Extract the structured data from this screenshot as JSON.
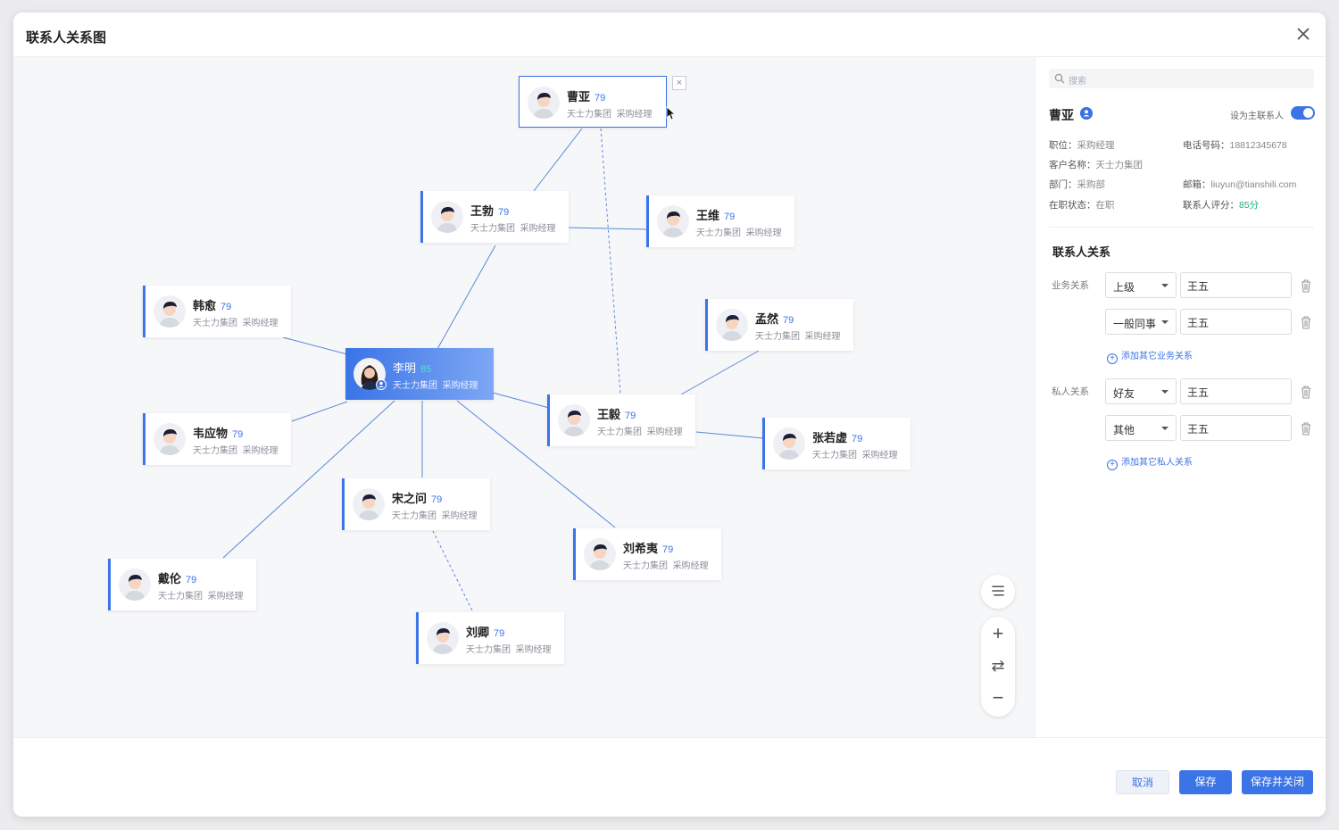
{
  "dialog": {
    "title": "联系人关系图"
  },
  "graph": {
    "nodes": [
      {
        "id": "caoya",
        "name": "曹亚",
        "score": "79",
        "company": "天士力集团",
        "role": "采购经理"
      },
      {
        "id": "wangbo",
        "name": "王勃",
        "score": "79",
        "company": "天士力集团",
        "role": "采购经理"
      },
      {
        "id": "wangwei",
        "name": "王维",
        "score": "79",
        "company": "天士力集团",
        "role": "采购经理"
      },
      {
        "id": "hanyu",
        "name": "韩愈",
        "score": "79",
        "company": "天士力集团",
        "role": "采购经理"
      },
      {
        "id": "mengran",
        "name": "孟然",
        "score": "79",
        "company": "天士力集团",
        "role": "采购经理"
      },
      {
        "id": "liming",
        "name": "李明",
        "score": "85",
        "company": "天士力集团",
        "role": "采购经理"
      },
      {
        "id": "wangyi",
        "name": "王毅",
        "score": "79",
        "company": "天士力集团",
        "role": "采购经理"
      },
      {
        "id": "weiyingwu",
        "name": "韦应物",
        "score": "79",
        "company": "天士力集团",
        "role": "采购经理"
      },
      {
        "id": "zhangruoxu",
        "name": "张若虚",
        "score": "79",
        "company": "天士力集团",
        "role": "采购经理"
      },
      {
        "id": "songzhiwen",
        "name": "宋之问",
        "score": "79",
        "company": "天士力集团",
        "role": "采购经理"
      },
      {
        "id": "liuxiyi",
        "name": "刘希夷",
        "score": "79",
        "company": "天士力集团",
        "role": "采购经理"
      },
      {
        "id": "dailun",
        "name": "戴伦",
        "score": "79",
        "company": "天士力集团",
        "role": "采购经理"
      },
      {
        "id": "liuqing",
        "name": "刘卿",
        "score": "79",
        "company": "天士力集团",
        "role": "采购经理"
      }
    ],
    "selected_node": "caoya",
    "center_node": "liming",
    "delete_glyph": "×",
    "controls": {
      "fit_icon": "list-icon",
      "zoom_in": "+",
      "reset": "⇄",
      "zoom_out": "−"
    }
  },
  "panel": {
    "search_placeholder": "搜索",
    "contact_name": "曹亚",
    "primary_toggle_label": "设为主联系人",
    "primary_toggle_on": true,
    "info": {
      "position_label": "职位：",
      "position": "采购经理",
      "phone_label": "电话号码：",
      "phone": "18812345678",
      "customer_label": "客户名称：",
      "customer": "天士力集团",
      "dept_label": "部门：",
      "dept": "采购部",
      "email_label": "邮箱：",
      "email": "liuyun@tianshili.com",
      "status_label": "在职状态：",
      "status": "在职",
      "rating_label": "联系人评分：",
      "rating": "85分"
    },
    "relations_title": "联系人关系",
    "business": {
      "label": "业务关系",
      "rows": [
        {
          "type": "上级",
          "person": "王五"
        },
        {
          "type": "一般同事",
          "person": "王五"
        }
      ],
      "add_label": "添加其它业务关系"
    },
    "personal": {
      "label": "私人关系",
      "rows": [
        {
          "type": "好友",
          "person": "王五"
        },
        {
          "type": "其他",
          "person": "王五"
        }
      ],
      "add_label": "添加其它私人关系"
    }
  },
  "footer": {
    "cancel": "取消",
    "save": "保存",
    "save_close": "保存并关闭"
  },
  "colors": {
    "accent": "#3b74e6",
    "score_green": "#1bb07b",
    "edge": "#5b87d8"
  }
}
